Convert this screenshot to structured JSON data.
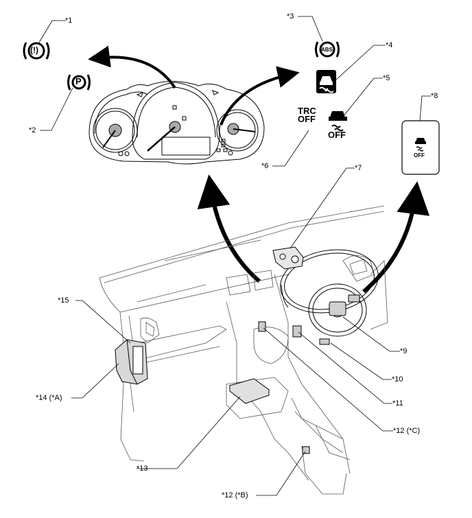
{
  "callouts": {
    "c1": "*1",
    "c2": "*2",
    "c3": "*3",
    "c4": "*4",
    "c5": "*5",
    "c6": "*6",
    "c7": "*7",
    "c8": "*8",
    "c9": "*9",
    "c10": "*10",
    "c11": "*11",
    "c12c": "*12 (*C)",
    "c12b": "*12 (*B)",
    "c13": "*13",
    "c14": "*14 (*A)",
    "c15": "*15"
  },
  "indicators": {
    "brake_warning": "(!)",
    "parking_brake": "P",
    "abs": "ABS",
    "trc_off_line1": "TRC",
    "trc_off_line2": "OFF",
    "vsc_off": "OFF",
    "switch_off": "OFF"
  },
  "icons": [
    "brake-warning-icon",
    "parking-brake-icon",
    "abs-icon",
    "slip-indicator-icon",
    "vsc-off-icon",
    "trc-off-icon",
    "vsc-off-switch-icon"
  ]
}
